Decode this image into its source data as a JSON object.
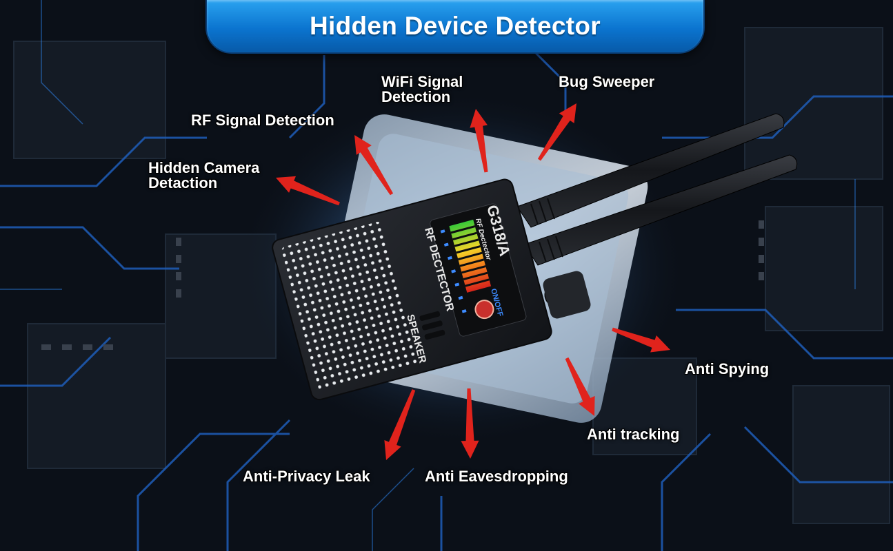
{
  "title": "Hidden Device Detector",
  "labels": {
    "wifi": [
      "WiFi Signal",
      "Detection"
    ],
    "bug_sweeper": "Bug Sweeper",
    "rf_signal": "RF Signal Detection",
    "hidden_camera": [
      "Hidden Camera",
      "Detaction"
    ],
    "anti_spying": "Anti Spying",
    "anti_tracking": "Anti tracking",
    "anti_privacy_leak": "Anti-Privacy Leak",
    "anti_eavesdropping": "Anti Eavesdropping"
  },
  "device": {
    "model": "G318/A",
    "name": "RF DECTECTOR",
    "screen_text": "RF Dectector",
    "power": "ON/OFF",
    "speaker": "SPEAKER"
  },
  "colors": {
    "banner": "#0b74cf",
    "arrow": "#e0231c",
    "circuit_glow": "#2f8dff",
    "background": "#0a0f17"
  }
}
